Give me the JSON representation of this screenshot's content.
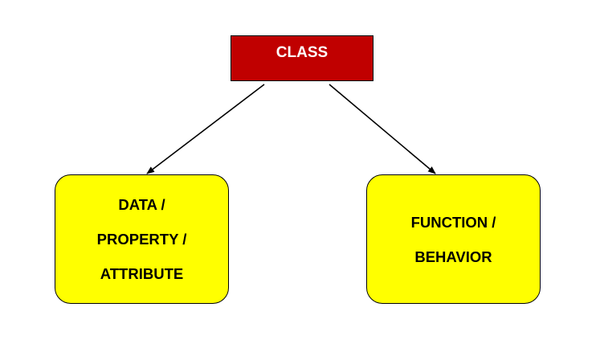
{
  "colors": {
    "class_fill": "#c00000",
    "child_fill": "#ffff00",
    "stroke": "#000000",
    "class_text": "#ffffff",
    "child_text": "#000000"
  },
  "class_node": {
    "label": "CLASS"
  },
  "data_node": {
    "lines": [
      "DATA /",
      "PROPERTY /",
      "ATTRIBUTE"
    ]
  },
  "function_node": {
    "lines": [
      "FUNCTION /",
      "BEHAVIOR"
    ]
  },
  "edges": [
    {
      "from": "class_node",
      "to": "data_node"
    },
    {
      "from": "class_node",
      "to": "function_node"
    }
  ]
}
